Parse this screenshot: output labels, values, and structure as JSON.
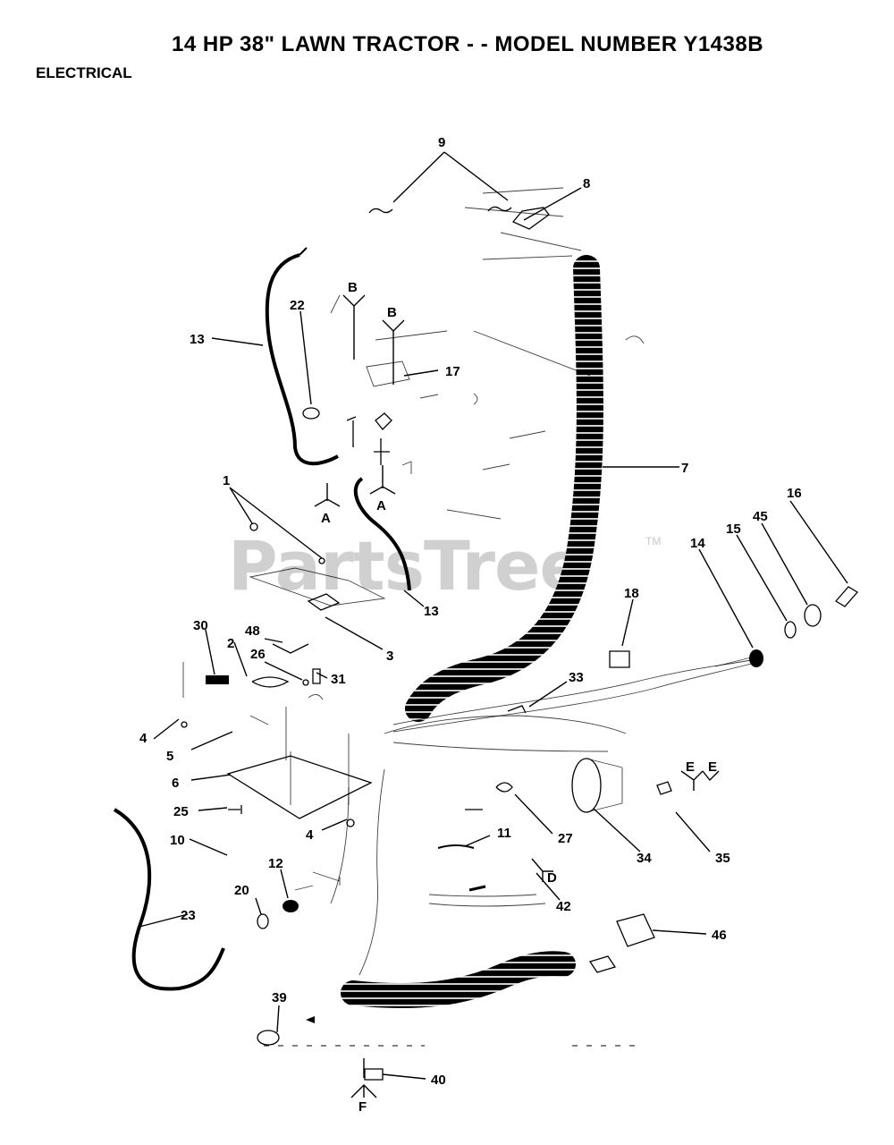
{
  "header": {
    "title": "14 HP 38\" LAWN TRACTOR - - MODEL NUMBER Y1438B",
    "section": "ELECTRICAL"
  },
  "watermark": {
    "text": "PartsTree",
    "tm": "TM"
  },
  "callouts": [
    "9",
    "8",
    "13",
    "22",
    "17",
    "7",
    "1",
    "16",
    "15",
    "45",
    "14",
    "13",
    "18",
    "3",
    "30",
    "48",
    "2",
    "26",
    "31",
    "33",
    "4",
    "5",
    "6",
    "25",
    "4",
    "10",
    "12",
    "20",
    "23",
    "27",
    "11",
    "34",
    "35",
    "42",
    "46",
    "39",
    "40"
  ],
  "connectors": [
    "B",
    "B",
    "A",
    "A",
    "E",
    "E",
    "D",
    "F"
  ]
}
